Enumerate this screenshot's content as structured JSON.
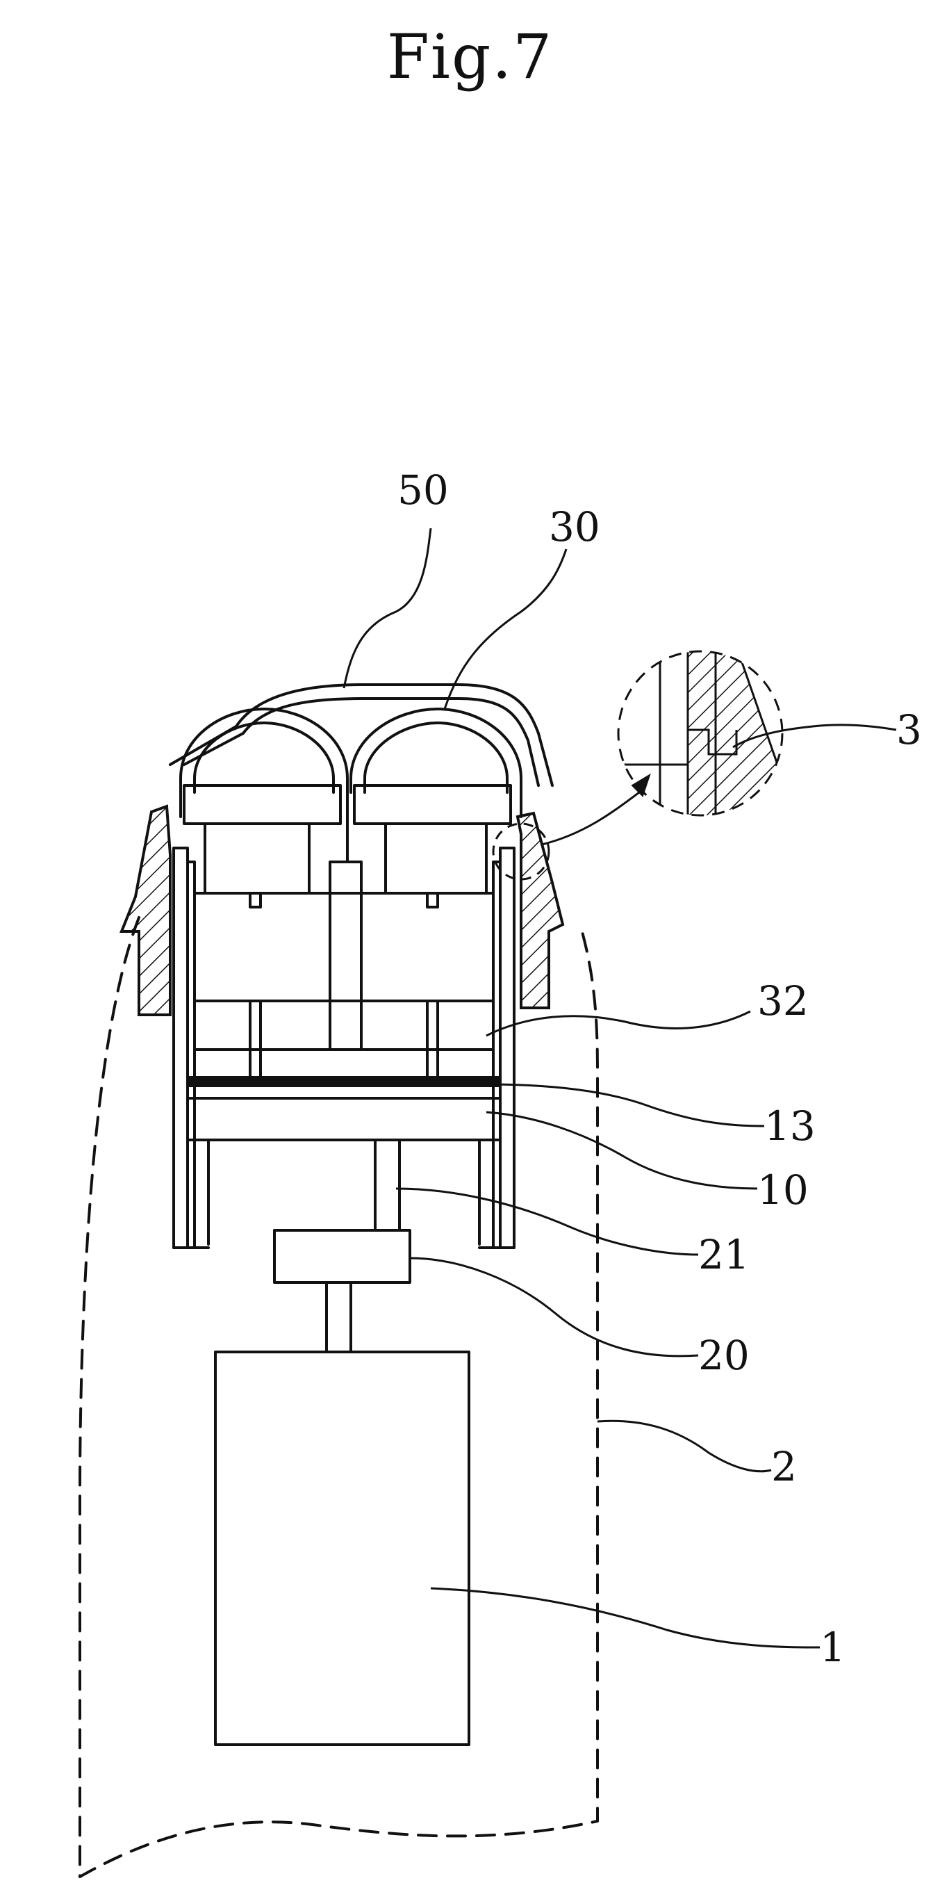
{
  "figure": {
    "title": "Fig.7"
  },
  "references": {
    "r50": "50",
    "r30": "30",
    "r3": "3",
    "r32": "32",
    "r13": "13",
    "r10": "10",
    "r21": "21",
    "r20": "20",
    "r2": "2",
    "r1": "1"
  },
  "colors": {
    "line": "#111111",
    "background": "#ffffff"
  }
}
